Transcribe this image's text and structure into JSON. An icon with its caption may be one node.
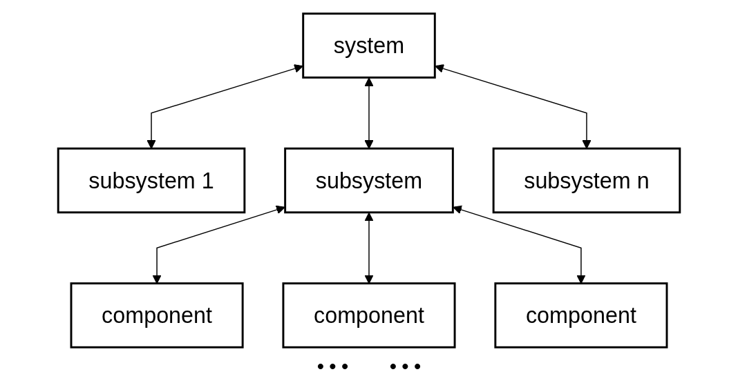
{
  "diagram": {
    "nodes": [
      {
        "text": [
          "system"
        ]
      },
      {
        "text": [
          "subsystem 1"
        ]
      },
      {
        "text": [
          "subsystem"
        ]
      },
      {
        "text": [
          "subsystem n"
        ]
      },
      {
        "text": [
          "component"
        ]
      },
      {
        "text": [
          "component"
        ]
      },
      {
        "text": [
          "component"
        ]
      }
    ],
    "edges": [
      {
        "from": 0,
        "to": 1,
        "arrow": "both"
      },
      {
        "from": 0,
        "to": 2,
        "arrow": "both"
      },
      {
        "from": 0,
        "to": 3,
        "arrow": "both"
      },
      {
        "from": 2,
        "to": 4,
        "arrow": "both"
      },
      {
        "from": 2,
        "to": 5,
        "arrow": "both"
      },
      {
        "from": 2,
        "to": 6,
        "arrow": "both"
      }
    ],
    "labels": [
      "• • •",
      "• • •"
    ]
  }
}
